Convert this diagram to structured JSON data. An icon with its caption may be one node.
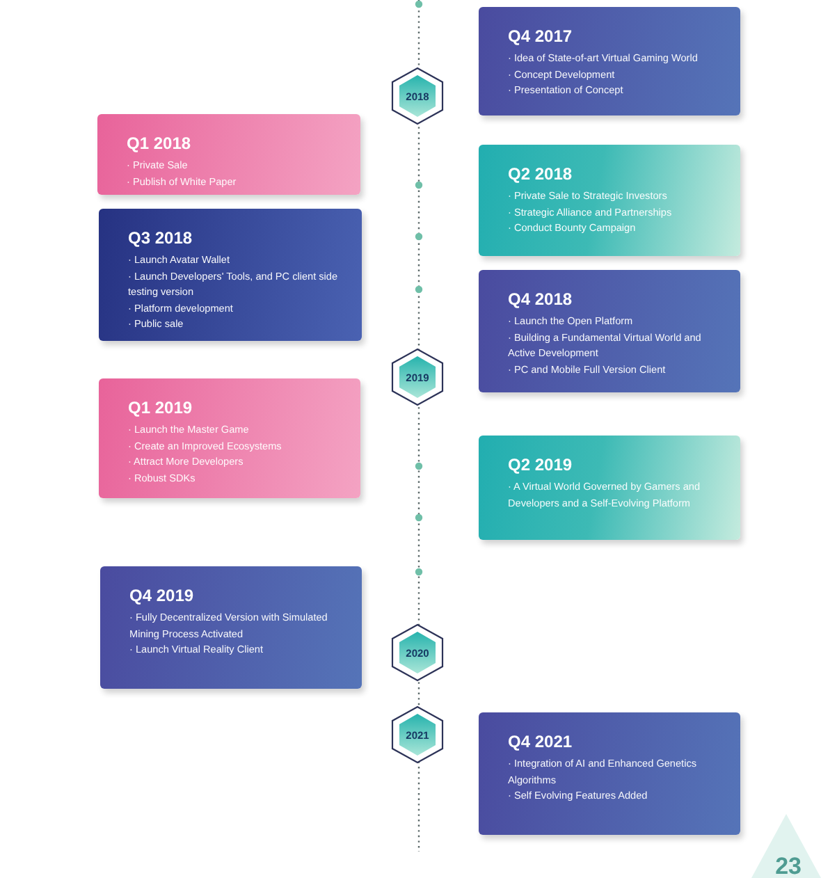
{
  "diagram": {
    "nodes": [
      {
        "text": [
          "Q4 2017",
          "· Idea of State-of-art Virtual Gaming World",
          "· Concept Development",
          "· Presentation of Concept"
        ]
      },
      {
        "text": [
          "2018"
        ]
      },
      {
        "text": [
          "Q1 2018",
          "· Private Sale",
          "· Publish of White Paper"
        ]
      },
      {
        "text": [
          "Q2 2018",
          "· Private Sale to Strategic Investors",
          "· Strategic Alliance and Partnerships",
          "· Conduct Bounty Campaign"
        ]
      },
      {
        "text": [
          "Q3 2018",
          "· Launch Avatar Wallet",
          "· Launch Developers' Tools, and PC client side testing version",
          "· Platform development",
          "· Public sale"
        ]
      },
      {
        "text": [
          "Q4 2018",
          "· Launch the Open Platform",
          "· Building a Fundamental Virtual World and Active Development",
          "· PC and Mobile Full Version Client"
        ]
      },
      {
        "text": [
          "2019"
        ]
      },
      {
        "text": [
          "Q1 2019",
          "· Launch the Master Game",
          "· Create an Improved Ecosystems",
          "· Attract More Developers",
          "· Robust SDKs"
        ]
      },
      {
        "text": [
          "Q2 2019",
          "· A Virtual World Governed by Gamers and Developers and a Self-Evolving Platform"
        ]
      },
      {
        "text": [
          "Q4 2019",
          "· Fully Decentralized Version with Simulated Mining Process Activated",
          "· Launch Virtual Reality Client"
        ]
      },
      {
        "text": [
          "2020"
        ]
      },
      {
        "text": [
          "2021"
        ]
      },
      {
        "text": [
          "Q4 2021",
          "· Integration of AI and Enhanced Genetics Algorithms",
          "· Self Evolving Features Added"
        ]
      }
    ],
    "labels": [
      "23"
    ]
  }
}
